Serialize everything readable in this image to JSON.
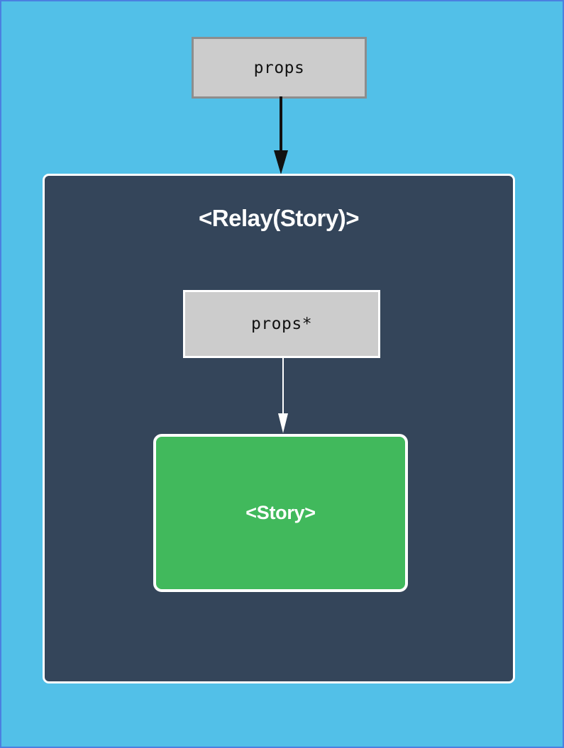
{
  "diagram": {
    "title": "Relay Story component composition diagram",
    "background_color": "#52c0e8",
    "page_border_color": "#4a7fe0",
    "nodes": {
      "outer_props": {
        "label": "props",
        "fill": "#cccccc",
        "border": "#8d8d8d",
        "shape": "rectangle"
      },
      "relay_container": {
        "label": "<Relay(Story)>",
        "fill": "#34455a",
        "border": "#ffffff",
        "shape": "rounded-rectangle"
      },
      "inner_props": {
        "label": "props*",
        "fill": "#cccccc",
        "border": "#ffffff",
        "shape": "rectangle"
      },
      "story": {
        "label": "<Story>",
        "fill": "#41b95c",
        "border": "#ffffff",
        "shape": "rounded-rectangle"
      }
    },
    "edges": [
      {
        "name": "props-to-relay",
        "from": "outer_props",
        "to": "relay_container",
        "color": "#111111",
        "style": "solid-arrow",
        "direction": "down"
      },
      {
        "name": "innerprops-to-story",
        "from": "inner_props",
        "to": "story",
        "color": "#ffffff",
        "style": "solid-arrow",
        "direction": "down"
      }
    ]
  }
}
